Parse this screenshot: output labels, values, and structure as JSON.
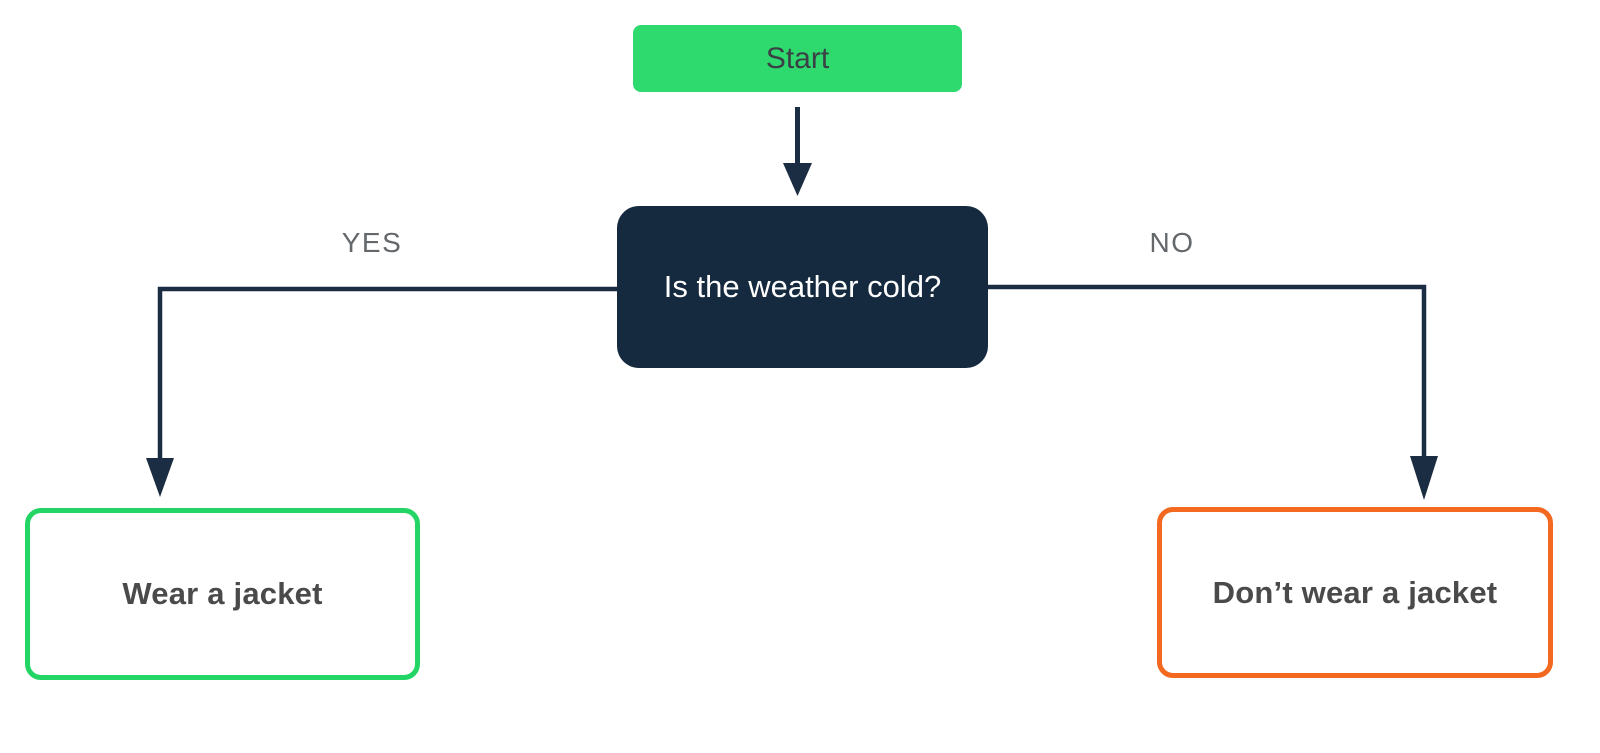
{
  "flowchart": {
    "nodes": {
      "start": {
        "label": "Start"
      },
      "decision": {
        "label": "Is the weather cold?"
      },
      "outcome_yes": {
        "label": "Wear a jacket"
      },
      "outcome_no": {
        "label": "Don’t wear a jacket"
      }
    },
    "edges": {
      "yes": {
        "label": "YES"
      },
      "no": {
        "label": "NO"
      }
    },
    "colors": {
      "start_fill": "#2ED96E",
      "start_text": "#3A4045",
      "decision_fill": "#152A3E",
      "decision_text": "#FFFFFF",
      "outcome_yes_border": "#22D565",
      "outcome_no_border": "#F2691F",
      "outcome_text": "#4A4A4A",
      "connector": "#1B2D42",
      "edge_label_text": "#64686B",
      "background": "#FFFFFF"
    }
  }
}
